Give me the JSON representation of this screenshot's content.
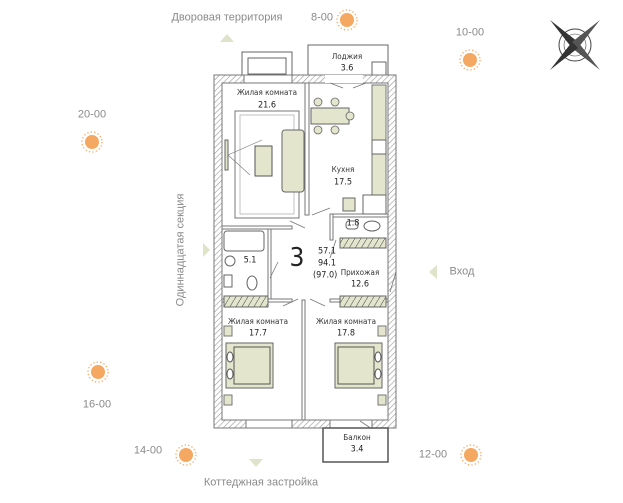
{
  "surroundings": {
    "north": "Дворовая территория",
    "south": "Коттеджная застройка",
    "west": "Одиннадцатая секция",
    "entrance": "Вход"
  },
  "sun_times": [
    "8-00",
    "10-00",
    "20-00",
    "16-00",
    "14-00",
    "12-00"
  ],
  "apartment": {
    "rooms_count": "3",
    "living_area": "57.1",
    "total_area": "94.1",
    "total_area_with_balconies": "(97.0)"
  },
  "rooms": [
    {
      "name": "Лоджия",
      "area": "3.6"
    },
    {
      "name": "Жилая комната",
      "area": "21.6"
    },
    {
      "name": "Кухня",
      "area": "17.5"
    },
    {
      "name": "",
      "area": "1.8"
    },
    {
      "name": "",
      "area": "5.1"
    },
    {
      "name": "Прихожая",
      "area": "12.6"
    },
    {
      "name": "Жилая комната",
      "area": "17.7"
    },
    {
      "name": "Жилая комната",
      "area": "17.8"
    },
    {
      "name": "Балкон",
      "area": "3.4"
    }
  ],
  "colors": {
    "sun": "#f5a862",
    "arrow": "#dfe3c9",
    "furniture": "#e3e6cc",
    "wall": "#888888"
  }
}
